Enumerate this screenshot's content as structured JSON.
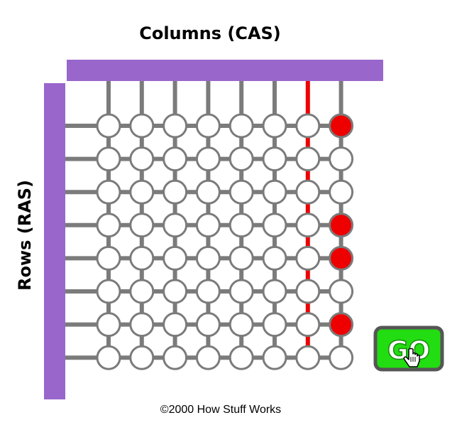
{
  "columns_label": "Columns (CAS)",
  "rows_label": "Rows (RAS)",
  "copyright": "©2000 How Stuff Works",
  "go_label": "GO",
  "colors": {
    "bus": "#9966cc",
    "wire": "#7b7b7b",
    "active_wire": "#ee0000",
    "cell_off": "#ffffff",
    "cell_on": "#ee0000",
    "go_bg": "#22dd11",
    "go_border": "#555555"
  },
  "grid": {
    "columns": 8,
    "rows": 8,
    "active_column": 7,
    "cell_states": [
      [
        0,
        0,
        0,
        0,
        0,
        0,
        0,
        1
      ],
      [
        0,
        0,
        0,
        0,
        0,
        0,
        0,
        0
      ],
      [
        0,
        0,
        0,
        0,
        0,
        0,
        0,
        0
      ],
      [
        0,
        0,
        0,
        0,
        0,
        0,
        0,
        1
      ],
      [
        0,
        0,
        0,
        0,
        0,
        0,
        0,
        1
      ],
      [
        0,
        0,
        0,
        0,
        0,
        0,
        0,
        0
      ],
      [
        0,
        0,
        0,
        0,
        0,
        0,
        0,
        1
      ],
      [
        0,
        0,
        0,
        0,
        0,
        0,
        0,
        0
      ]
    ]
  },
  "icons": {
    "cursor": "hand-pointer-icon"
  }
}
